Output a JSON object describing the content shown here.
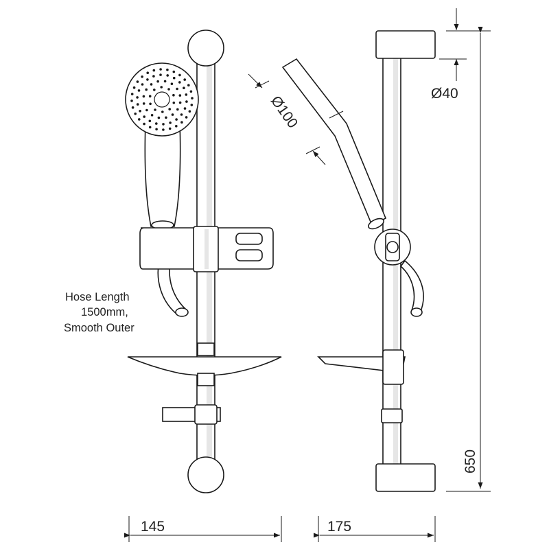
{
  "dimensions": {
    "front_width": "145",
    "side_width": "175",
    "rail_height": "650",
    "rail_diameter": "Ø40",
    "head_diameter": "Ø100"
  },
  "note": {
    "line1": "Hose Length",
    "line2": "1500mm,",
    "line3": "Smooth Outer"
  }
}
